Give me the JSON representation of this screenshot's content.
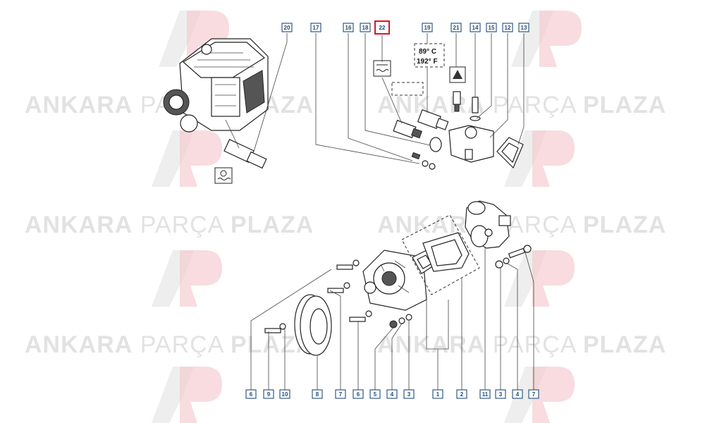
{
  "watermark": {
    "strong_1": "ANKARA",
    "light": "PARÇA",
    "strong_2": "PLAZA",
    "logo_letters": "AP"
  },
  "temperature_label": {
    "line1": "89° C",
    "line2": "192° F"
  },
  "callouts_top": [
    "20",
    "17",
    "16",
    "18",
    "22",
    "19",
    "21",
    "14",
    "15",
    "12",
    "13"
  ],
  "callouts_bottom": [
    "6",
    "9",
    "10",
    "8",
    "7",
    "6",
    "5",
    "4",
    "3",
    "1",
    "2",
    "11",
    "3",
    "4",
    "7"
  ],
  "highlighted_callout": "22",
  "colors": {
    "callout_border": "#1e4c7a",
    "highlight": "#d0192b",
    "watermark": "#d9d9d9"
  }
}
